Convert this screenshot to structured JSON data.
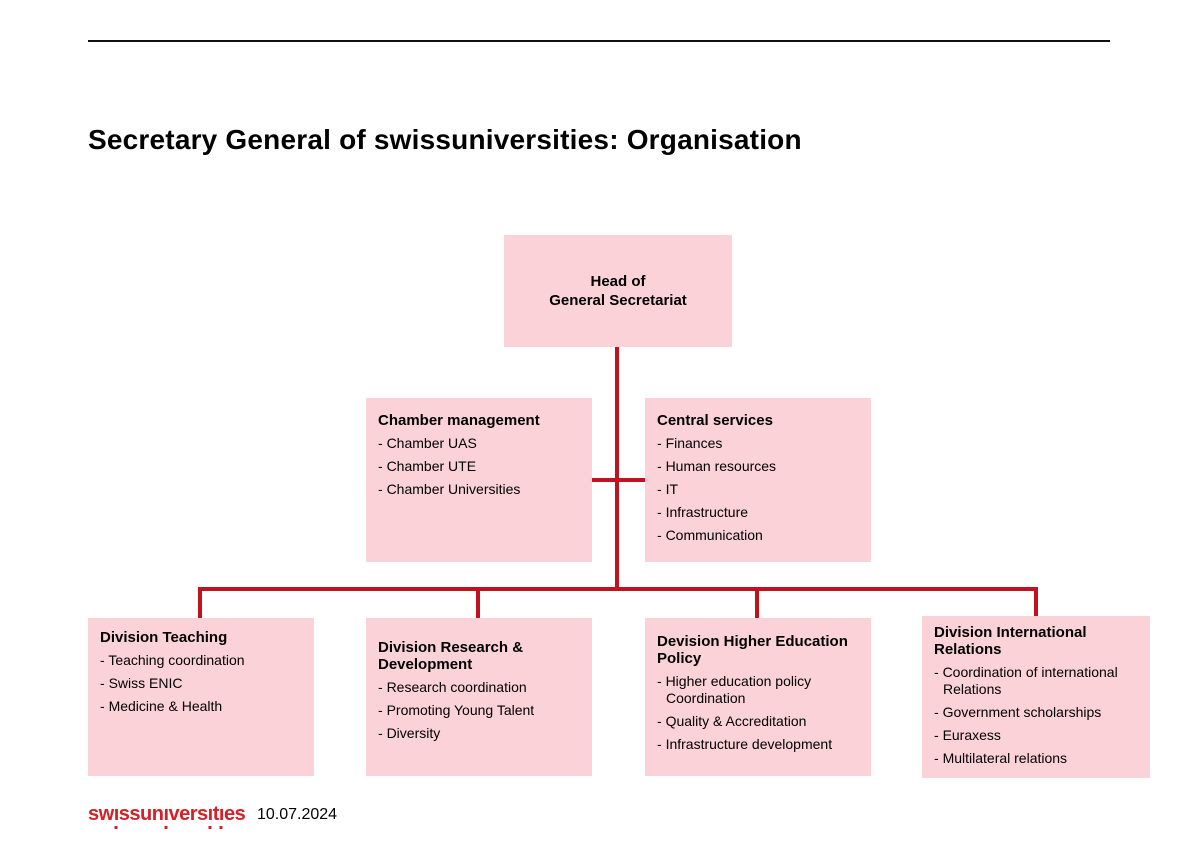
{
  "page": {
    "title": "Secretary General of swissuniversities: Organisation"
  },
  "org": {
    "head": {
      "title": "Head of\nGeneral Secretariat"
    },
    "middle": [
      {
        "title": "Chamber management",
        "items": [
          "Chamber UAS",
          "Chamber UTE",
          "Chamber Universities"
        ]
      },
      {
        "title": "Central services",
        "items": [
          "Finances",
          "Human resources",
          "IT",
          "Infrastructure",
          "Communication"
        ]
      }
    ],
    "bottom": [
      {
        "title": "Division Teaching",
        "items": [
          "Teaching coordination",
          "Swiss ENIC",
          "Medicine & Health"
        ]
      },
      {
        "title": "Division Research &\nDevelopment",
        "items": [
          "Research coordination",
          "Promoting Young Talent",
          "Diversity"
        ]
      },
      {
        "title": "Devision Higher Education\nPolicy",
        "items": [
          "Higher education policy\nCoordination",
          "Quality & Accreditation",
          "Infrastructure development"
        ]
      },
      {
        "title": "Division International\nRelations",
        "items": [
          "Coordination of international\nRelations",
          "Government scholarships",
          "Euraxess",
          "Multilateral relations"
        ]
      }
    ]
  },
  "footer": {
    "logo_text": "swissuniversities",
    "date": "10.07.2024"
  },
  "colors": {
    "box_fill": "#fad2d7",
    "connector_red": "#c1121f",
    "logo_red": "#d62027",
    "text": "#000000"
  }
}
